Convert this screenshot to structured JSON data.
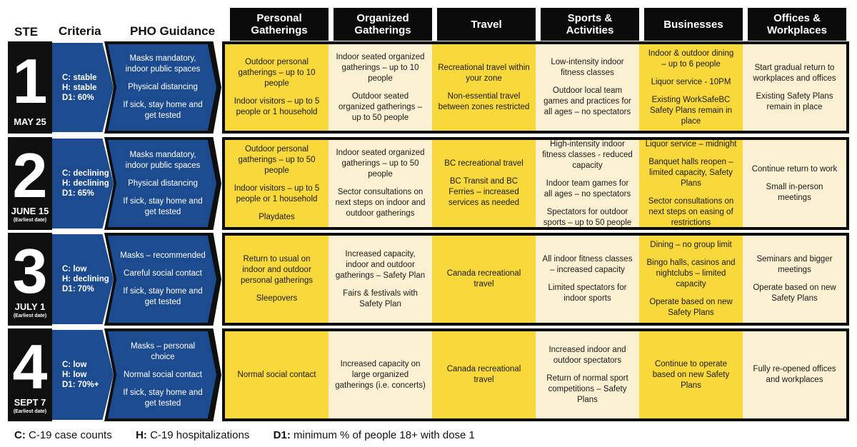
{
  "headers": {
    "steps": "STEPS",
    "criteria": "Criteria",
    "pho": "PHO Guidance",
    "columns": [
      "Personal Gatherings",
      "Organized Gatherings",
      "Travel",
      "Sports & Activities",
      "Businesses",
      "Offices & Workplaces"
    ]
  },
  "steps": [
    {
      "num": "1",
      "date": "MAY 25",
      "note": "",
      "criteria": [
        "C: stable",
        "H: stable",
        "D1: 60%"
      ],
      "pho": [
        "Masks mandatory, indoor public spaces",
        "Physical distancing",
        "If sick, stay home and get tested"
      ],
      "cells": [
        [
          "Outdoor personal gatherings – up to 10 people",
          "Indoor visitors – up to 5 people or 1 household"
        ],
        [
          "Indoor seated organized gatherings – up to 10 people",
          "Outdoor seated organized gatherings – up to 50 people"
        ],
        [
          "Recreational travel within your zone",
          "Non-essential travel between zones restricted"
        ],
        [
          "Low-intensity indoor fitness classes",
          "Outdoor local team games and practices for all ages – no spectators"
        ],
        [
          "Indoor & outdoor dining – up to 6 people",
          "Liquor service - 10PM",
          "Existing WorkSafeBC Safety Plans remain in place"
        ],
        [
          "Start gradual return to workplaces and offices",
          "Existing Safety Plans remain in place"
        ]
      ]
    },
    {
      "num": "2",
      "date": "JUNE 15",
      "note": "(Earliest date)",
      "criteria": [
        "C: declining",
        "H: declining",
        "D1: 65%"
      ],
      "pho": [
        "Masks mandatory, indoor public spaces",
        "Physical distancing",
        "If sick, stay home and get tested"
      ],
      "cells": [
        [
          "Outdoor personal gatherings – up to 50 people",
          "Indoor visitors – up to 5 people or 1 household",
          "Playdates"
        ],
        [
          "Indoor seated organized gatherings – up to 50 people",
          "Sector consultations on next steps on indoor and outdoor gatherings"
        ],
        [
          "BC recreational travel",
          "BC Transit and BC Ferries – increased services as needed"
        ],
        [
          "High-intensity indoor fitness classes - reduced capacity",
          "Indoor team games for all ages – no spectators",
          "Spectators for outdoor sports – up to 50 people"
        ],
        [
          "Liquor service – midnight",
          "Banquet halls reopen – limited capacity, Safety Plans",
          "Sector consultations on next steps on easing of restrictions"
        ],
        [
          "Continue return to work",
          "Small in-person meetings"
        ]
      ]
    },
    {
      "num": "3",
      "date": "JULY 1",
      "note": "(Earliest date)",
      "criteria": [
        "C: low",
        "H: declining",
        "D1: 70%"
      ],
      "pho": [
        "Masks – recommended",
        "Careful social contact",
        "If sick, stay home and get tested"
      ],
      "cells": [
        [
          "Return to usual on indoor and outdoor personal gatherings",
          "Sleepovers"
        ],
        [
          "Increased capacity, indoor and outdoor gatherings – Safety Plan",
          "Fairs & festivals with Safety Plan"
        ],
        [
          "Canada recreational travel"
        ],
        [
          "All indoor fitness classes – increased capacity",
          "Limited spectators for indoor sports"
        ],
        [
          "Dining – no group limit",
          "Bingo halls, casinos and nightclubs – limited capacity",
          "Operate based on new Safety Plans"
        ],
        [
          "Seminars and bigger meetings",
          "Operate based on new Safety Plans"
        ]
      ]
    },
    {
      "num": "4",
      "date": "SEPT 7",
      "note": "(Earliest date)",
      "criteria": [
        "C: low",
        "H: low",
        "D1: 70%+"
      ],
      "pho": [
        "Masks – personal choice",
        "Normal social contact",
        "If sick, stay home and get tested"
      ],
      "cells": [
        [
          "Normal social contact"
        ],
        [
          "Increased capacity on large organized gatherings (i.e. concerts)"
        ],
        [
          "Canada recreational travel"
        ],
        [
          "Increased indoor and outdoor spectators",
          "Return of normal sport competitions – Safety Plans"
        ],
        [
          "Continue to operate based on new Safety Plans"
        ],
        [
          "Fully re-opened offices and workplaces"
        ]
      ]
    }
  ],
  "legend": {
    "c_key": "C:",
    "c_text": "C-19 case counts",
    "h_key": "H:",
    "h_text": "C-19 hospitalizations",
    "d_key": "D1:",
    "d_text": "minimum % of people 18+ with dose 1"
  },
  "colors": {
    "yellow": "#f8d83a",
    "cream": "#fbf0d2",
    "blue": "#1d4b8f",
    "black": "#0b0b0b"
  }
}
